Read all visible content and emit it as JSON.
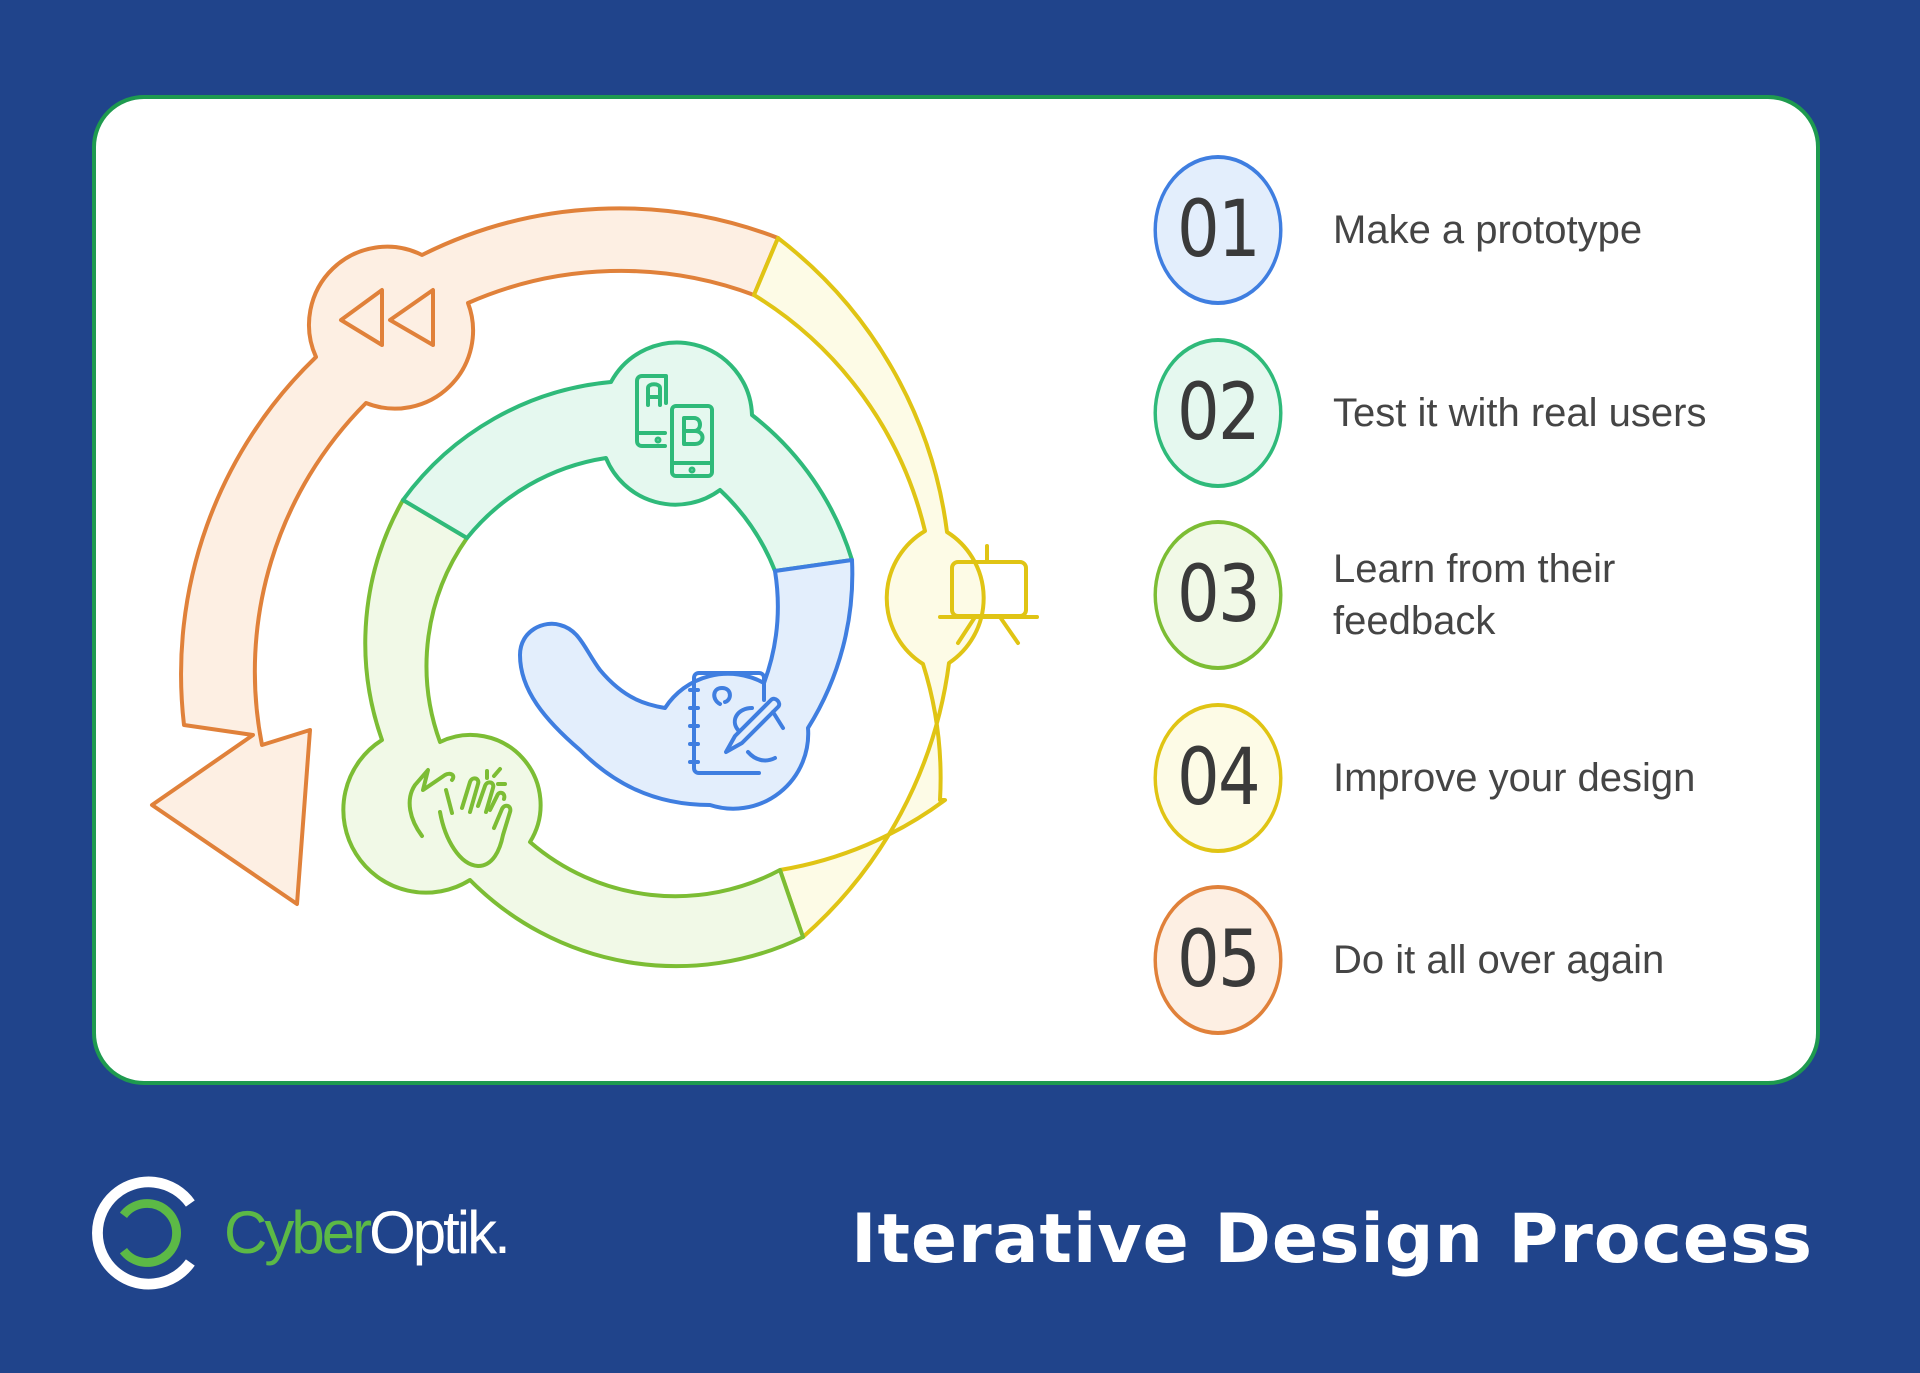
{
  "title": "Iterative Design Process",
  "brand": {
    "part1": "Cyber",
    "part2": "Optik",
    "suffix": "."
  },
  "colors": {
    "background": "#20448b",
    "card_border": "#1e9a4f",
    "blue": "#3f7ee0",
    "green": "#2fba7a",
    "lime": "#7cbd34",
    "yellow": "#e0c414",
    "orange": "#e0813a"
  },
  "steps": [
    {
      "number": "01",
      "label": "Make a prototype",
      "color": "#3f7ee0",
      "fill": "#e3eefc",
      "icon": "notebook-drawing-icon"
    },
    {
      "number": "02",
      "label": "Test it with real users",
      "color": "#2fba7a",
      "fill": "#e5f8ef",
      "icon": "ab-test-phones-icon"
    },
    {
      "number": "03",
      "label": "Learn from their feedback",
      "color": "#7cbd34",
      "fill": "#f1f9e7",
      "icon": "clapping-hands-icon"
    },
    {
      "number": "04",
      "label": "Improve your design",
      "color": "#e0c414",
      "fill": "#fdfbe6",
      "icon": "easel-presentation-icon"
    },
    {
      "number": "05",
      "label": "Do it all over again",
      "color": "#e0813a",
      "fill": "#fdefe3",
      "icon": "rewind-icon"
    }
  ]
}
